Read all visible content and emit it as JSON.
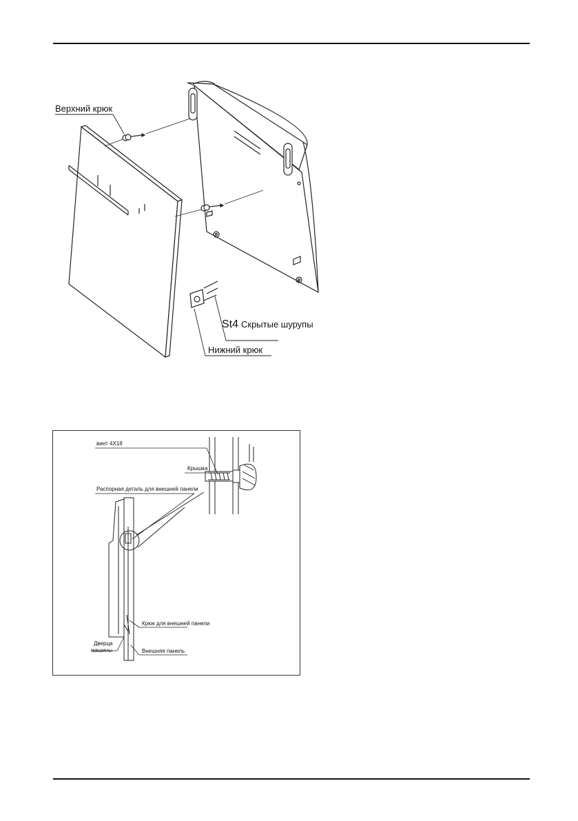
{
  "figure1": {
    "upper_hook": "Верхний крюк",
    "hidden_screws_code": "St4",
    "hidden_screws": "Скрытые шурупы",
    "lower_hook": "Нижний крюк"
  },
  "figure2": {
    "screw": "винт 4X18",
    "cap": "Крышка",
    "spacer": "Распорная деталь для внешней панели",
    "panel_hook": "Крюк для внешней панели",
    "machine_door_line1": "Дверца",
    "machine_door_line2": "машины",
    "outer_panel": "Внешняя панель"
  }
}
